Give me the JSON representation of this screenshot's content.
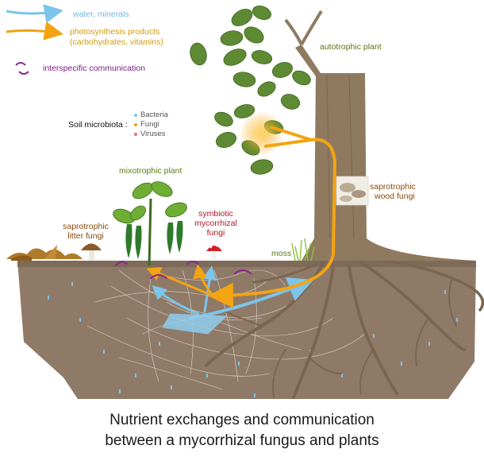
{
  "legend": {
    "water_minerals": "water, minerals",
    "photosynthesis_line1": "photosynthesis products",
    "photosynthesis_line2": "(carbohydrates, vitamins)",
    "communication": "interspecific communication"
  },
  "soil_microbiota": {
    "title": "Soil microbiota :",
    "items": [
      "Bacteria",
      "Fungi",
      "Viruses"
    ]
  },
  "labels": {
    "autotrophic_plant": "autotrophic plant",
    "saprotrophic_wood_line1": "saprotrophic",
    "saprotrophic_wood_line2": "wood fungi",
    "mixotrophic_plant": "mixotrophic plant",
    "symbiotic_line1": "symbiotic",
    "symbiotic_line2": "mycorrhizal",
    "symbiotic_line3": "fungi",
    "saprotrophic_litter_line1": "saprotrophic",
    "saprotrophic_litter_line2": "litter fungi",
    "moss": "moss"
  },
  "caption": {
    "line1": "Nutrient exchanges and communication",
    "line2": "between a mycorrhizal fungus and plants"
  },
  "colors": {
    "water": "#7cc4ea",
    "photosynthesis": "#f3a412",
    "communication": "#8a2290",
    "soil": "#8f7a68",
    "trunk": "#8f7a60",
    "leaf": "#5e8a34"
  }
}
